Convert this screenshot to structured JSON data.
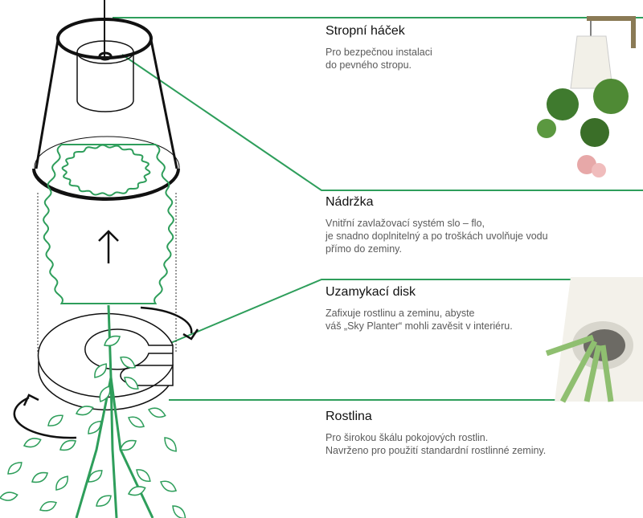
{
  "accent_color": "#2e9e5b",
  "sections": [
    {
      "title": "Stropní háček",
      "lines": [
        "Pro bezpečnou instalaci",
        "do pevného stropu."
      ]
    },
    {
      "title": "Nádržka",
      "lines": [
        "Vnitřní zavlažovací systém slo – flo,",
        "je snadno doplnitelný a po troškách uvolňuje vodu",
        "přímo do zeminy."
      ]
    },
    {
      "title": "Uzamykací disk",
      "lines": [
        "Zafixuje rostlinu a zeminu, abyste",
        "váš „Sky Planter“ mohli zavěsit v interiéru."
      ]
    },
    {
      "title": "Rostlina",
      "lines": [
        "Pro širokou škálu pokojových rostlin.",
        "Navrženo pro použití standardní rostlinné zeminy."
      ]
    }
  ]
}
